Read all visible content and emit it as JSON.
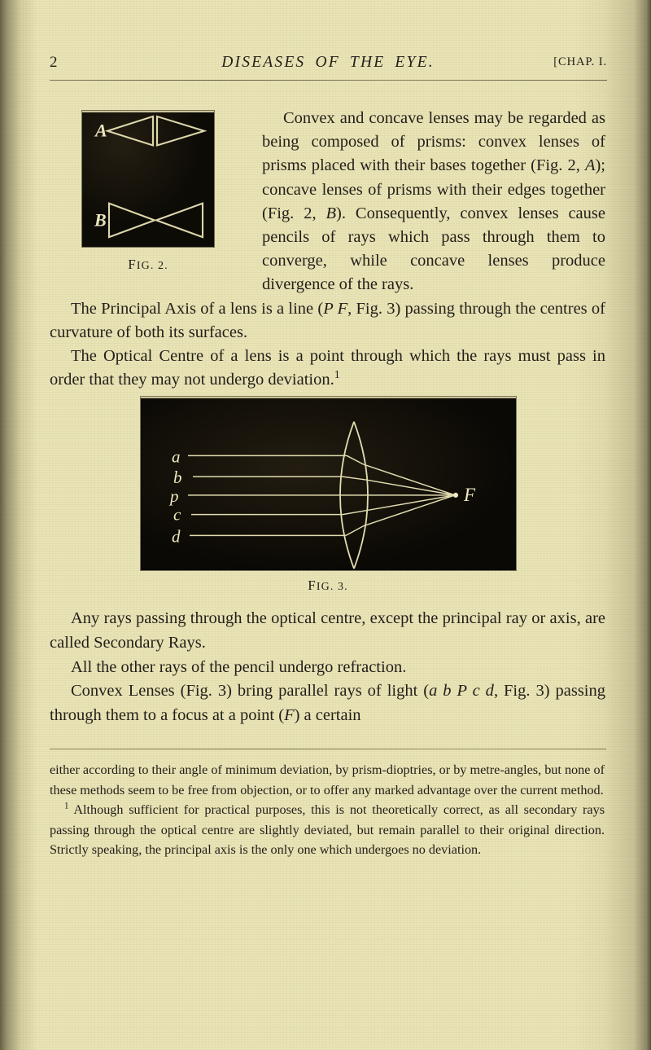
{
  "page": {
    "background_color": "#e9e4b6",
    "ink_color": "#23201a",
    "folio": "2",
    "running_title": "DISEASES OF THE EYE.",
    "chapter_mark": "[CHAP. I."
  },
  "body": {
    "para1_a": "Convex and concave lenses may be regarded as being composed of prisms: convex lenses of prisms placed with their bases together (Fig. 2, ",
    "para1_a_it": "A",
    "para1_b": "); concave lenses of prisms with their edges together (Fig. 2, ",
    "para1_b_it": "B",
    "para1_c": "). Consequently, convex lenses cause pencils of rays which pass through them to converge, while concave lenses produce divergence of the rays.",
    "para2_a": "The Principal Axis of a lens is a line (",
    "para2_it": "P F",
    "para2_b": ", Fig. 3) passing through the centres of curvature of both its surfaces.",
    "para3": "The Optical Centre of a lens is a point through which the rays must pass in order that they may not undergo deviation.",
    "para3_footmark": "1",
    "para4": "Any rays passing through the optical centre, except the principal ray or axis, are called Secondary Rays.",
    "para5": "All the other rays of the pencil undergo refraction.",
    "para6_a": "Convex Lenses (Fig. 3) bring parallel rays of light (",
    "para6_it": "a b P c d",
    "para6_b": ", Fig. 3) passing through them to a focus at a point (",
    "para6_it2": "F",
    "para6_c": ") a certain"
  },
  "figures": [
    {
      "id": "fig2",
      "caption": "Fig. 2.",
      "caption_small": "IG. 2.",
      "caption_big": "F",
      "description": "Woodcut: white outline prisms on black ground",
      "labels": [
        "A",
        "B"
      ],
      "label_a_meaning": "convex lens as two prisms base to base",
      "label_b_meaning": "concave lens as two prisms edge to edge"
    },
    {
      "id": "fig3",
      "caption": "Fig. 3.",
      "caption_small": "IG. 3.",
      "caption_big": "F",
      "description": "Woodcut: biconvex lens refracting five parallel rays to a focus",
      "ray_labels": [
        "a",
        "b",
        "p",
        "c",
        "d"
      ],
      "focus_label": "F"
    }
  ],
  "footnote": {
    "continued": "either according to their angle of minimum deviation, by prism-dioptries, or by metre-angles, but none of these methods seem to be free from objection, or to offer any marked advantage over the current method.",
    "marker": "1",
    "note1": "Although sufficient for practical purposes, this is not theoretically correct, as all secondary rays passing through the optical centre are slightly deviated, but remain parallel to their original direction. Strictly speaking, the principal axis is the only one which undergoes no deviation."
  }
}
